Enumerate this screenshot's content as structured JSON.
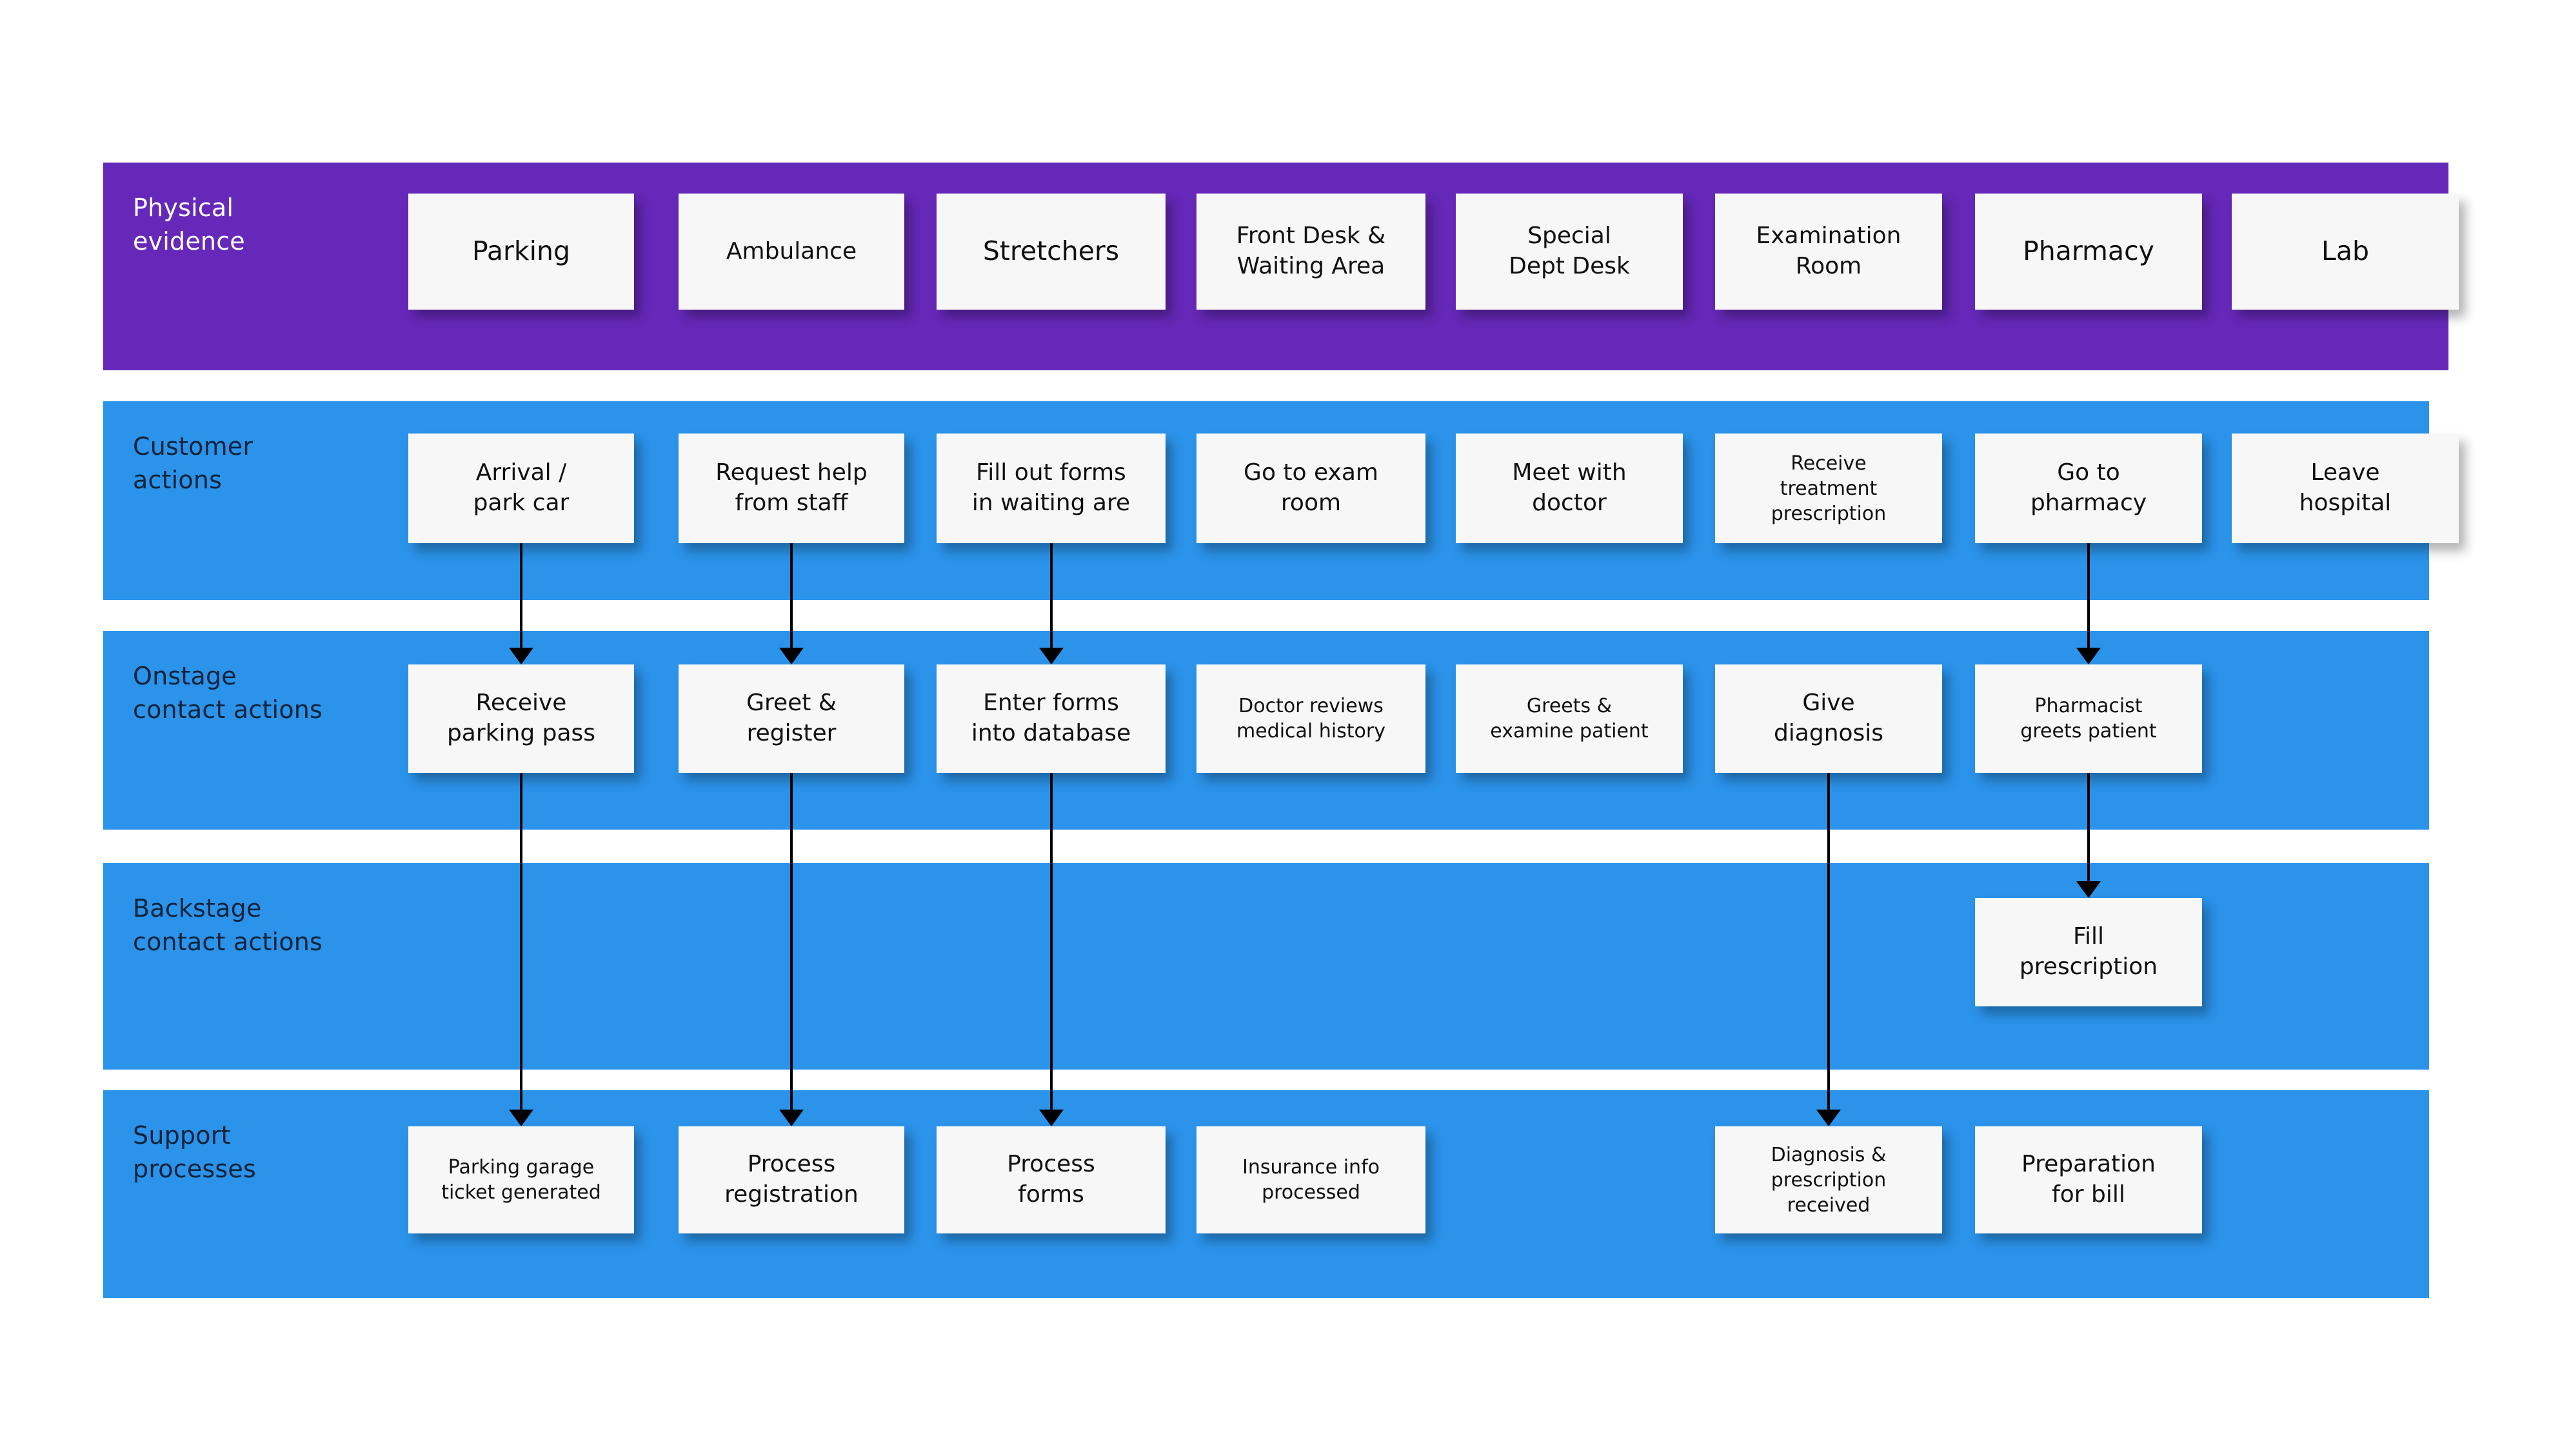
{
  "theme": {
    "physical_evidence_band_color": "#6628b8",
    "action_band_color": "#2b93ea",
    "card_color": "#f7f7f7",
    "card_text_color": "#111111",
    "connector_color": "#000000",
    "page_background": "#ffffff"
  },
  "diagram": {
    "type": "service-blueprint",
    "rows": [
      {
        "id": "physical-evidence",
        "label": "Physical\nevidence",
        "band": "purple",
        "cards": [
          {
            "id": "pe-parking",
            "text": "Parking",
            "size": "lg"
          },
          {
            "id": "pe-ambulance",
            "text": "Ambulance",
            "size": "md"
          },
          {
            "id": "pe-stretchers",
            "text": "Stretchers",
            "size": "lg"
          },
          {
            "id": "pe-front-desk",
            "text": "Front Desk &\nWaiting Area",
            "size": "md"
          },
          {
            "id": "pe-special-dept",
            "text": "Special\nDept Desk",
            "size": "md"
          },
          {
            "id": "pe-exam-room",
            "text": "Examination\nRoom",
            "size": "md"
          },
          {
            "id": "pe-pharmacy",
            "text": "Pharmacy",
            "size": "lg"
          },
          {
            "id": "pe-lab",
            "text": "Lab",
            "size": "lg"
          }
        ]
      },
      {
        "id": "customer-actions",
        "label": "Customer\nactions",
        "band": "blue",
        "cards": [
          {
            "id": "ca-arrival",
            "text": "Arrival /\npark car",
            "size": "md"
          },
          {
            "id": "ca-request-help",
            "text": "Request help\nfrom staff",
            "size": "md"
          },
          {
            "id": "ca-fill-forms",
            "text": "Fill out forms\nin waiting are",
            "size": "md"
          },
          {
            "id": "ca-go-exam",
            "text": "Go to exam\nroom",
            "size": "md"
          },
          {
            "id": "ca-meet-doctor",
            "text": "Meet with\ndoctor",
            "size": "md"
          },
          {
            "id": "ca-receive-rx",
            "text": "Receive\ntreatment\nprescription",
            "size": "sm"
          },
          {
            "id": "ca-go-pharmacy",
            "text": "Go to\npharmacy",
            "size": "md"
          },
          {
            "id": "ca-leave",
            "text": "Leave\nhospital",
            "size": "md"
          }
        ]
      },
      {
        "id": "onstage-contact-actions",
        "label": "Onstage\ncontact actions",
        "band": "blue",
        "cards": [
          {
            "id": "oc-parking-pass",
            "text": "Receive\nparking pass",
            "size": "md"
          },
          {
            "id": "oc-greet",
            "text": "Greet &\nregister",
            "size": "md"
          },
          {
            "id": "oc-enter-forms",
            "text": "Enter forms\ninto database",
            "size": "md"
          },
          {
            "id": "oc-review-hist",
            "text": "Doctor reviews\nmedical history",
            "size": "sm"
          },
          {
            "id": "oc-examine",
            "text": "Greets &\nexamine patient",
            "size": "sm"
          },
          {
            "id": "oc-diagnosis",
            "text": "Give\ndiagnosis",
            "size": "md"
          },
          {
            "id": "oc-pharmacist",
            "text": "Pharmacist\ngreets patient",
            "size": "sm"
          }
        ]
      },
      {
        "id": "backstage-contact-actions",
        "label": "Backstage\ncontact actions",
        "band": "blue",
        "cards": [
          {
            "id": "bc-fill-rx",
            "text": "Fill\nprescription",
            "size": "md"
          }
        ]
      },
      {
        "id": "support-processes",
        "label": "Support\nprocesses",
        "band": "blue",
        "cards": [
          {
            "id": "sp-garage-ticket",
            "text": "Parking garage\nticket generated",
            "size": "sm"
          },
          {
            "id": "sp-process-reg",
            "text": "Process\nregistration",
            "size": "md"
          },
          {
            "id": "sp-process-forms",
            "text": "Process\nforms",
            "size": "md"
          },
          {
            "id": "sp-insurance",
            "text": "Insurance info\nprocessed",
            "size": "sm"
          },
          {
            "id": "sp-diagnosis-rx",
            "text": "Diagnosis &\nprescription\nreceived",
            "size": "sm"
          },
          {
            "id": "sp-bill",
            "text": "Preparation\nfor bill",
            "size": "md"
          }
        ]
      }
    ],
    "connectors": [
      {
        "id": "conn-arrival-to-parking-pass",
        "from": "ca-arrival",
        "to": "oc-parking-pass"
      },
      {
        "id": "conn-request-to-greet",
        "from": "ca-request-help",
        "to": "oc-greet"
      },
      {
        "id": "conn-fillforms-to-enterforms",
        "from": "ca-fill-forms",
        "to": "oc-enter-forms"
      },
      {
        "id": "conn-gopharmacy-to-pharmacist",
        "from": "ca-go-pharmacy",
        "to": "oc-pharmacist"
      },
      {
        "id": "conn-pharmacist-to-fillrx",
        "from": "oc-pharmacist",
        "to": "bc-fill-rx"
      },
      {
        "id": "conn-parkingpass-to-garage",
        "from": "oc-parking-pass",
        "to": "sp-garage-ticket"
      },
      {
        "id": "conn-greet-to-processreg",
        "from": "oc-greet",
        "to": "sp-process-reg"
      },
      {
        "id": "conn-enterforms-to-processforms",
        "from": "oc-enter-forms",
        "to": "sp-process-forms"
      },
      {
        "id": "conn-diagnosis-to-diagnosisrx",
        "from": "oc-diagnosis",
        "to": "sp-diagnosis-rx"
      }
    ]
  }
}
